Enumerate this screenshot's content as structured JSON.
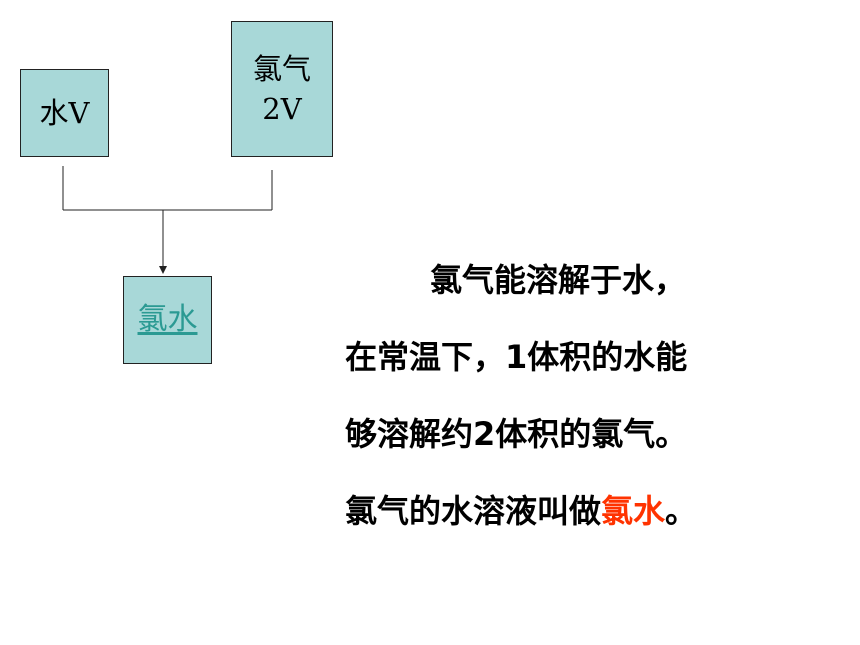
{
  "diagram": {
    "water_box": {
      "label": "水V"
    },
    "chlorine_box": {
      "label_line1": "氯气",
      "label_line2": "2V"
    },
    "result_box": {
      "label": "氯水"
    }
  },
  "description": {
    "line1": "氯气能溶解于水，",
    "line2": "在常温下，1体积的水能",
    "line3": "够溶解约2体积的氯气。",
    "line4_before": "氯气的水溶液叫做",
    "line4_highlight": "氯水",
    "line4_after": "。"
  },
  "colors": {
    "box_fill": "#a8d8d8",
    "link": "#2b9a93",
    "highlight": "#ff3300"
  }
}
